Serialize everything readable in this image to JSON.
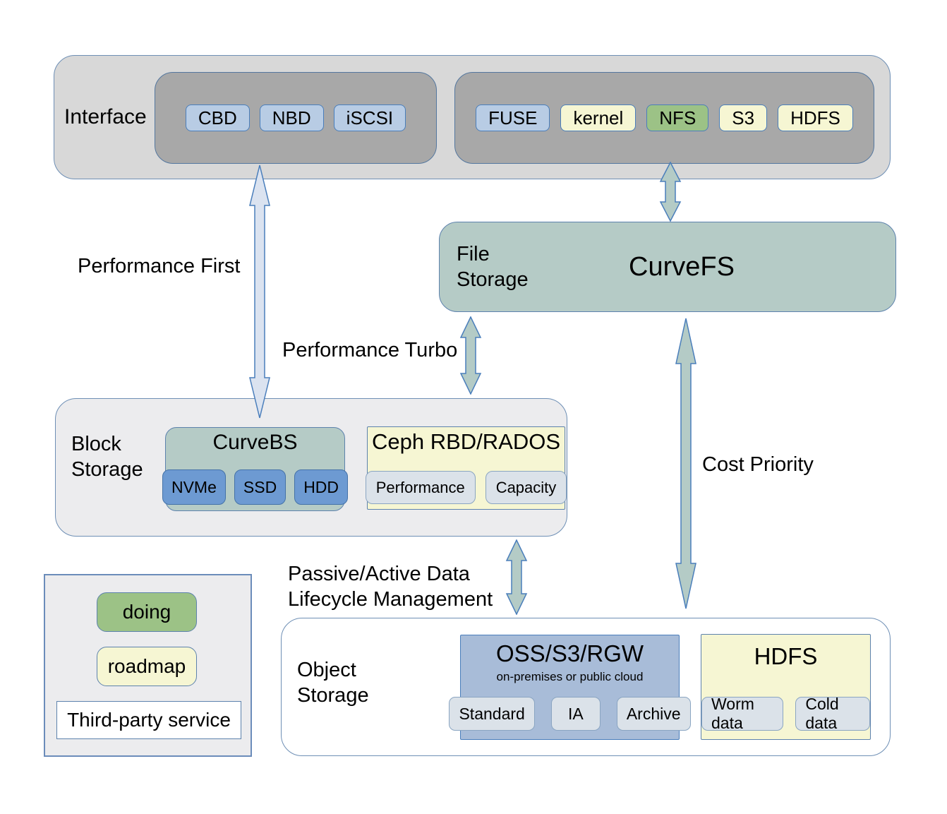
{
  "interface": {
    "label": "Interface",
    "block_chips": [
      "CBD",
      "NBD",
      "iSCSI"
    ],
    "file_chips": [
      "FUSE",
      "kernel",
      "NFS",
      "S3",
      "HDFS"
    ]
  },
  "file_storage": {
    "label": "File Storage",
    "title": "CurveFS"
  },
  "block_storage": {
    "label": "Block Storage",
    "curvebs": {
      "title": "CurveBS",
      "chips": [
        "NVMe",
        "SSD",
        "HDD"
      ]
    },
    "ceph": {
      "title": "Ceph RBD/RADOS",
      "chips": [
        "Performance",
        "Capacity"
      ]
    }
  },
  "object_storage": {
    "label": "Object Storage",
    "oss": {
      "title": "OSS/S3/RGW",
      "subtitle": "on-premises or public cloud",
      "chips": [
        "Standard",
        "IA",
        "Archive"
      ]
    },
    "hdfs": {
      "title": "HDFS",
      "chips": [
        "Worm data",
        "Cold data"
      ]
    }
  },
  "legend": {
    "doing": "doing",
    "roadmap": "roadmap",
    "third_party": "Third-party service"
  },
  "arrows": {
    "performance_first": "Performance First",
    "performance_turbo": "Performance Turbo",
    "cost_priority": "Cost Priority",
    "lifecycle": "Passive/Active Data Lifecycle Management"
  },
  "colors": {
    "outer_gray": "#d8d8d8",
    "inner_gray": "#a8a8a8",
    "light_gray_panel": "#ececee",
    "teal": "#b5cbc6",
    "blue_chip": "#b8cce4",
    "mid_blue_chip": "#6d9ad2",
    "cream": "#f6f6d3",
    "green_doing": "#9cc286",
    "gray_chip": "#dbe2e9",
    "oss_blue_panel": "#a8bcd8",
    "border_blue": "#4a7ebb",
    "arrow_blue_fill": "#dbe3f0",
    "arrow_teal_fill": "#b4cbc6"
  }
}
